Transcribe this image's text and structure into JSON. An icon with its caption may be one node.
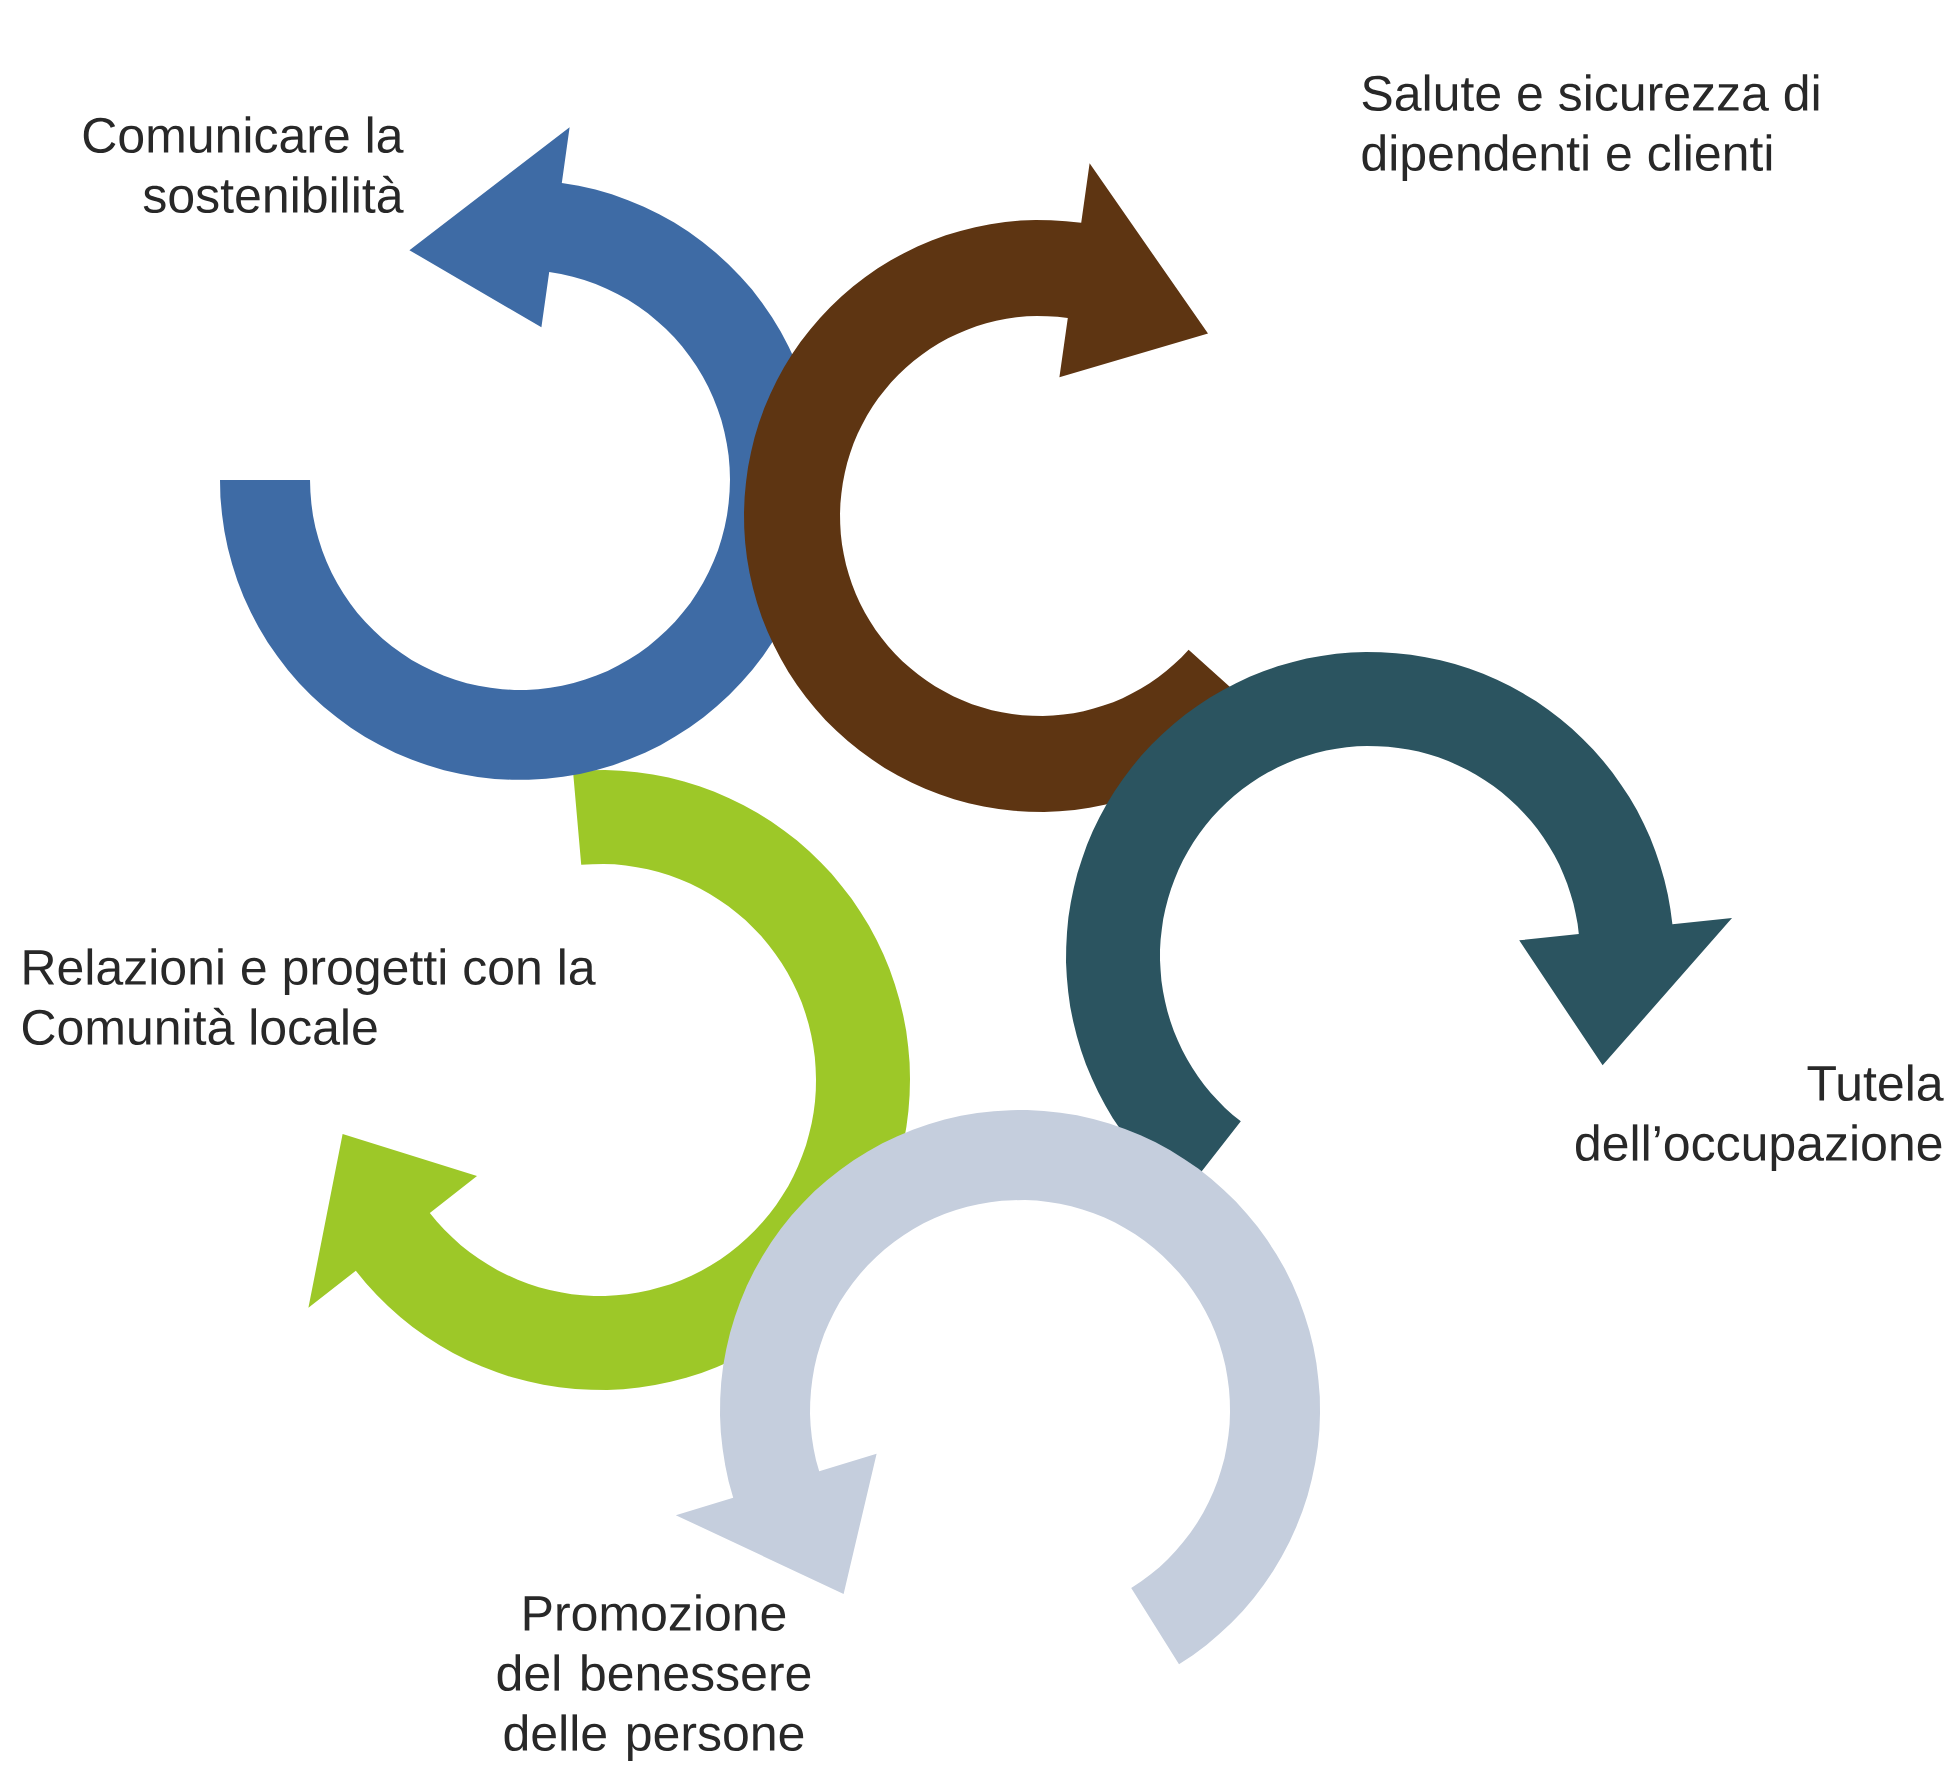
{
  "diagram": {
    "labels": [
      "Comunicare la sostenibilità",
      "Salute e sicurezza di dipendenti e clienti",
      "Relazioni e progetti con la Comunità locale",
      "Tutela dell’occupazione",
      "Promozione del benessere delle persone"
    ]
  }
}
